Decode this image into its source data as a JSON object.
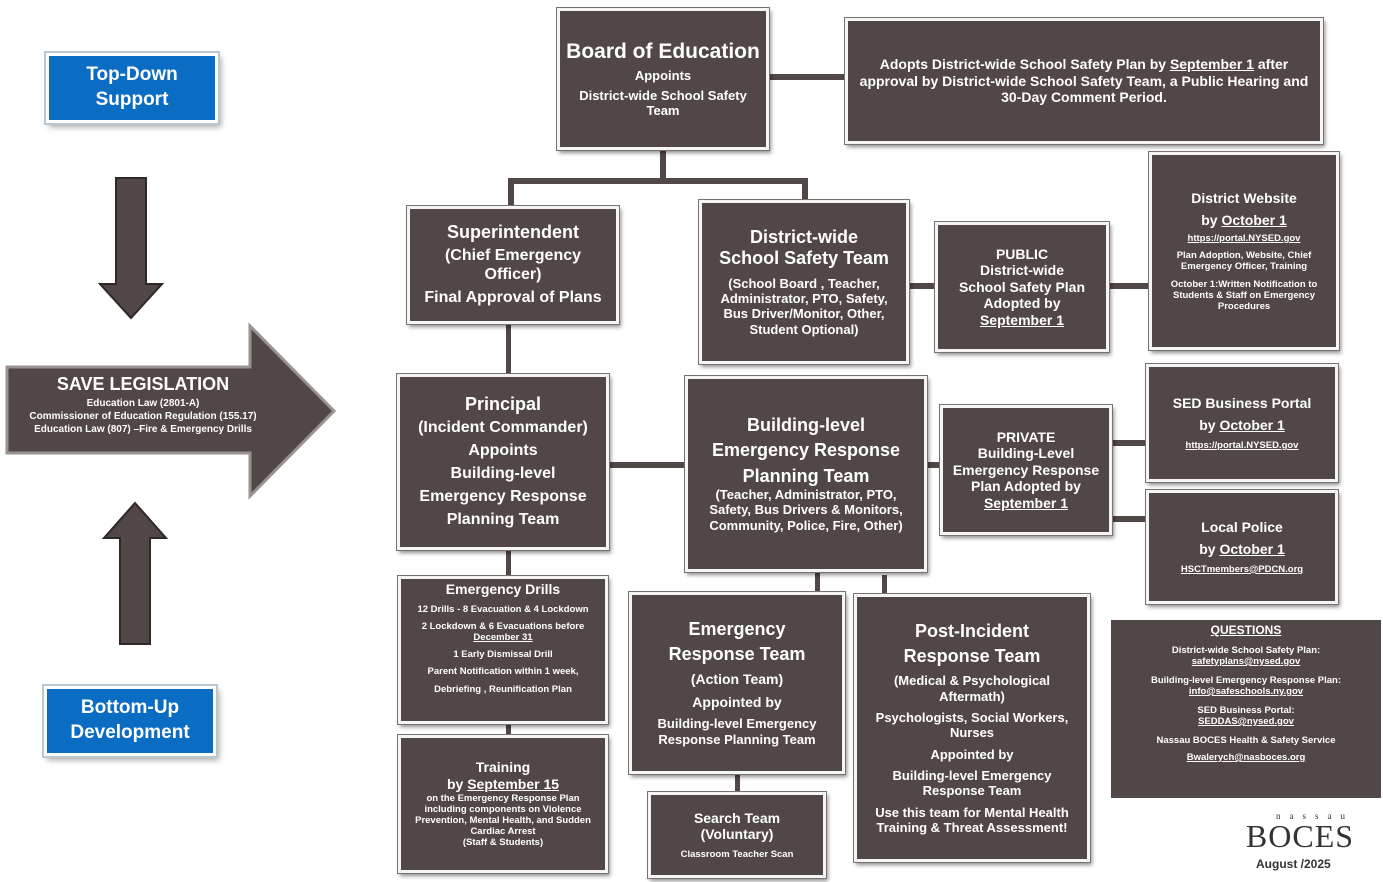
{
  "left": {
    "top_down": [
      "Top-Down",
      "Support"
    ],
    "bottom_up": [
      "Bottom-Up",
      "Development"
    ],
    "legislation": {
      "title": "SAVE LEGISLATION",
      "lines": [
        "Education Law (2801-A)",
        "Commissioner of Education Regulation (155.17)",
        "Education Law (807) –Fire & Emergency Drills"
      ]
    }
  },
  "board": {
    "title": "Board of Education",
    "lines": [
      "Appoints",
      "District-wide School Safety",
      "Team"
    ]
  },
  "adopts": {
    "pre": "Adopts District-wide School Safety Plan by ",
    "date": "September 1",
    "post": " after approval by District-wide School Safety Team, a Public Hearing  and 30-Day Comment Period."
  },
  "superintendent": {
    "title": "Superintendent",
    "lines": [
      "(Chief Emergency",
      "Officer)",
      "Final Approval of Plans"
    ]
  },
  "district_team": {
    "title": [
      "District-wide",
      "School Safety Team"
    ],
    "lines": [
      "(School Board ,  Teacher,",
      "Administrator, PTO, Safety,",
      "Bus Driver/Monitor, Other,",
      "Student Optional)"
    ]
  },
  "public_plan": {
    "lines": [
      "PUBLIC",
      "District-wide",
      "School Safety Plan",
      "Adopted by"
    ],
    "date": "September 1"
  },
  "district_website": {
    "title": "District Website",
    "by": "by ",
    "date": "October 1",
    "url": "https://portal.NYSED.gov",
    "note1": "Plan Adoption, Website, Chief Emergency Officer, Training",
    "note2": "October 1:Written Notification to Students & Staff on Emergency Procedures"
  },
  "principal": {
    "title": "Principal",
    "lines": [
      "(Incident Commander)",
      "Appoints",
      "Building-level",
      "Emergency Response",
      "Planning Team"
    ]
  },
  "building_team": {
    "title": [
      "Building-level",
      "Emergency  Response",
      "Planning Team"
    ],
    "lines": [
      "(Teacher, Administrator, PTO,",
      "Safety, Bus Drivers & Monitors,",
      "Community, Police, Fire, Other)"
    ]
  },
  "private_plan": {
    "lines": [
      "PRIVATE",
      "Building-Level",
      "Emergency Response",
      "Plan  Adopted by"
    ],
    "date": "September 1"
  },
  "sed_portal": {
    "title": "SED Business Portal",
    "by": "by ",
    "date": "October 1",
    "url": "https://portal.NYSED.gov"
  },
  "local_police": {
    "title": "Local Police",
    "by": "by ",
    "date": "October 1",
    "email": "HSCTmembers@PDCN.org"
  },
  "drills": {
    "title": "Emergency Drills",
    "line1": "12 Drills  - 8 Evacuation & 4 Lockdown",
    "line2": "2 Lockdown & 6 Evacuations before",
    "date": "December 31",
    "line3": "1 Early Dismissal Drill",
    "line4": "Parent Notification within 1 week,",
    "line5": "Debriefing , Reunification Plan"
  },
  "training": {
    "title": "Training",
    "by": "by ",
    "date": "September 15",
    "lines": [
      "on the Emergency Response Plan",
      "including components on Violence",
      "Prevention, Mental Health, and Sudden",
      "Cardiac Arrest",
      "(Staff & Students)"
    ]
  },
  "ert": {
    "title": [
      "Emergency",
      "Response Team"
    ],
    "sub": "(Action Team)",
    "appointed": "Appointed by",
    "lines": [
      "Building-level Emergency",
      "Response Planning Team"
    ]
  },
  "search": {
    "title": [
      "Search Team",
      "(Voluntary)"
    ],
    "sub": "Classroom Teacher Scan"
  },
  "post": {
    "title": [
      "Post-Incident",
      "Response Team"
    ],
    "line1": [
      "(Medical & Psychological",
      "Aftermath)"
    ],
    "line2": [
      "Psychologists, Social Workers,",
      "Nurses"
    ],
    "appointed": "Appointed by",
    "line3": [
      "Building-level Emergency",
      "Response Team"
    ],
    "line4": [
      "Use this team for Mental Health",
      "Training & Threat Assessment!"
    ]
  },
  "questions": {
    "title": "QUESTIONS",
    "items": [
      {
        "label": "District-wide School Safety Plan:",
        "value": "safetyplans@nysed.gov"
      },
      {
        "label": "Building-level Emergency Response Plan:",
        "value": "info@safeschools.ny.gov"
      },
      {
        "label": "SED Business Portal:",
        "value": "SEDDAS@nysed.gov"
      },
      {
        "label": "Nassau BOCES Health & Safety Service",
        "value": "Bwalerych@nasboces.org"
      }
    ]
  },
  "logo": {
    "top": "nassau",
    "main": "BOCES",
    "date": "August /2025"
  },
  "colors": {
    "box": "#514746",
    "blue": "#0b6cc4"
  }
}
